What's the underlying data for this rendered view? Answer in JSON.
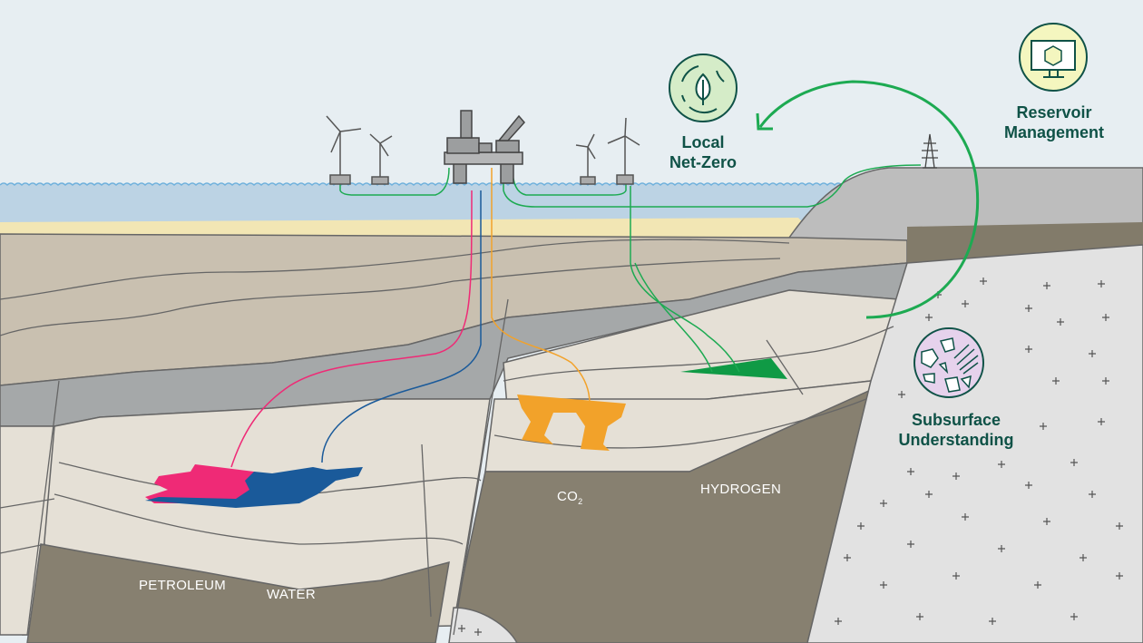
{
  "icons": {
    "local_net_zero": {
      "label_line1": "Local",
      "label_line2": "Net-Zero",
      "fill": "#d5ecc8",
      "icon": "leaf-recycle-icon"
    },
    "reservoir_management": {
      "label_line1": "Reservoir",
      "label_line2": "Management",
      "fill": "#f4f6bf",
      "icon": "monitor-cube-icon"
    },
    "subsurface_understanding": {
      "label_line1": "Subsurface",
      "label_line2": "Understanding",
      "fill": "#e6d2ec",
      "icon": "rock-grains-icon"
    }
  },
  "formations": {
    "petroleum": "PETROLEUM",
    "water": "WATER",
    "co2": "CO",
    "co2_sub": "2",
    "hydrogen": "HYDROGEN"
  },
  "colors": {
    "sky": "#e7eef2",
    "sea": "#bcd3e4",
    "sand": "#f2e6b4",
    "sediment": "#c9c0b0",
    "shale": "#a5a8a9",
    "reservoir": "#e5e0d6",
    "basement": "#878070",
    "granite": "#e2e2e2",
    "green": "#1daa52",
    "pink": "#ef2a76",
    "blue": "#1a5a9a",
    "orange": "#f2a22a",
    "text": "#0f5247"
  }
}
